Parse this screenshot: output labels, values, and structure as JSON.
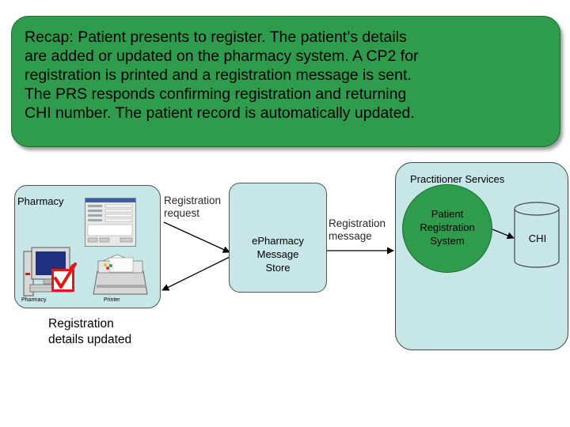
{
  "recap": {
    "lines": [
      "Recap: Patient presents to register.  The patient’s details",
      "are added or updated on the pharmacy system.  A CP2 for",
      "registration is printed and a registration message is sent.",
      "The PRS responds confirming registration and returning",
      "CHI number.  The patient record is automatically updated."
    ]
  },
  "pharmacy": {
    "label": "Pharmacy",
    "computer_caption": "Pharmacy",
    "printer_caption": "Printer",
    "details_lines": [
      "Registration",
      "details updated"
    ]
  },
  "arrows": {
    "registration_request": [
      "Registration",
      "request"
    ],
    "registration_message": [
      "Registration",
      "message"
    ]
  },
  "store": {
    "lines": [
      "ePharmacy",
      "Message",
      "Store"
    ]
  },
  "practitioner_services": {
    "label": "Practitioner Services",
    "prs_lines": [
      "Patient",
      "Registration",
      "System"
    ],
    "chi_label": "CHI"
  },
  "colors": {
    "recap_green": "#2e9c4c",
    "box_fill": "#c6e6e8",
    "check_red": "#e11818"
  }
}
